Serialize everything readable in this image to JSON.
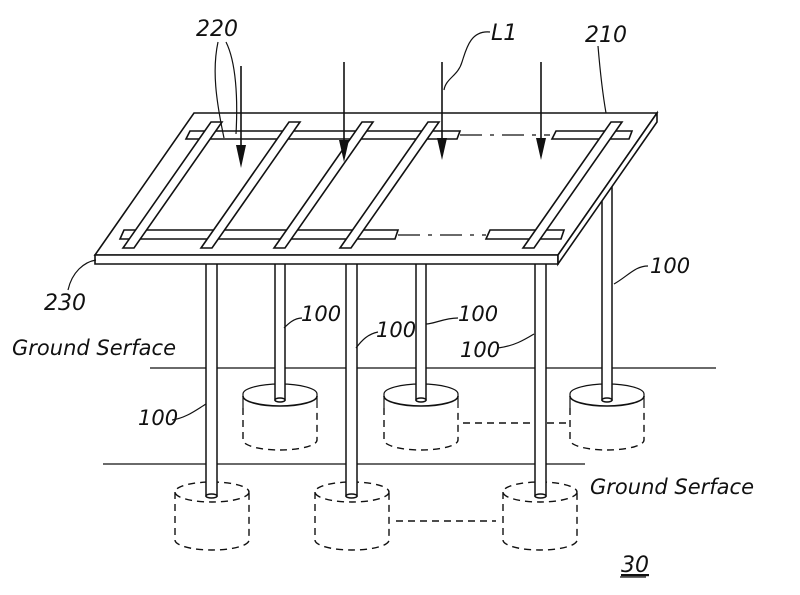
{
  "labels": {
    "collector_ref": "220",
    "light_ref": "L1",
    "panel_ref": "210",
    "frame_ref": "230",
    "post_ref": "100",
    "ground_upper": "Ground Serface",
    "ground_lower": "Ground Serface",
    "figure_number": "30"
  },
  "colors": {
    "line": "#111111",
    "background": "#ffffff"
  }
}
